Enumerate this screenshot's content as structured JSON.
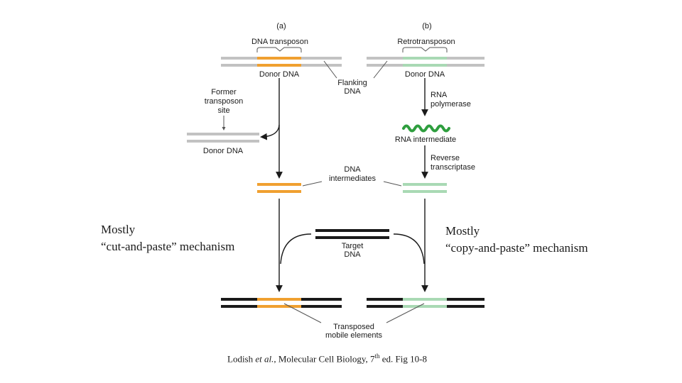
{
  "colors": {
    "gray_dna": "#c2c2c2",
    "dark_dna": "#1a1a1a",
    "dna_transposon": "#f0a030",
    "retrotransposon": "#a9d9b4",
    "rna": "#2e9e3e",
    "arrow": "#1a1a1a"
  },
  "panels": {
    "a": {
      "label": "(a)",
      "title": "DNA transposon",
      "donor_label": "Donor DNA",
      "former_site_label": [
        "Former",
        "transposon",
        "site"
      ],
      "donor_after_label": "Donor DNA"
    },
    "b": {
      "label": "(b)",
      "title": "Retrotransposon",
      "donor_label": "Donor DNA",
      "rna_polymerase_label": [
        "RNA",
        "polymerase"
      ],
      "rna_intermediate_label": "RNA intermediate",
      "reverse_transcriptase_label": [
        "Reverse",
        "transcriptase"
      ]
    }
  },
  "shared": {
    "flanking_label": [
      "Flanking",
      "DNA"
    ],
    "dna_intermediates_label": [
      "DNA",
      "intermediates"
    ],
    "target_label": [
      "Target",
      "DNA"
    ],
    "transposed_label": [
      "Transposed",
      "mobile elements"
    ]
  },
  "notes": {
    "left": [
      "Mostly",
      "“cut-and-paste” mechanism"
    ],
    "right": [
      "Mostly",
      "“copy-and-paste” mechanism"
    ]
  },
  "citation": {
    "prefix": "Lodish ",
    "italic": "et al.",
    "middle": ", Molecular Cell Biology, 7",
    "sup": "th",
    "suffix": " ed. Fig 10-8"
  }
}
